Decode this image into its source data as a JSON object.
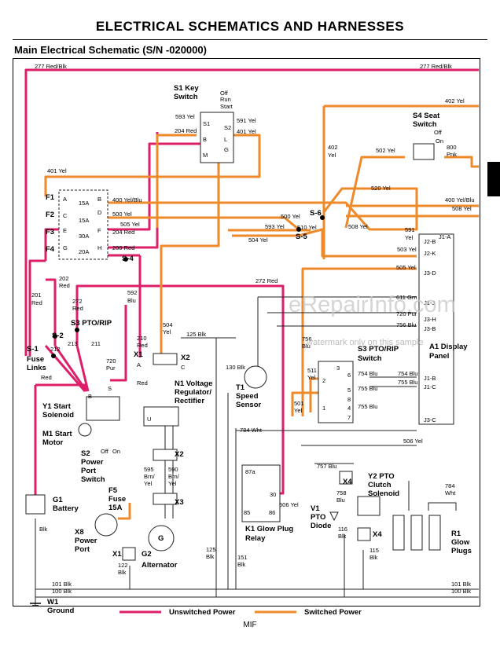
{
  "header": {
    "title": "ELECTRICAL   SCHEMATICS AND HARNESSES",
    "subtitle": "Main Electrical Schematic (S/N -020000)"
  },
  "footer": "MIF",
  "watermark": "eRepairInfo.com",
  "watermark_note": "watermark only on this sample",
  "legend": {
    "unswitched": "Unswitched Power",
    "switched": "Switched Power"
  },
  "colors": {
    "unswitched": "#dd1f6a",
    "switched": "#ee8a2a",
    "line": "#222222"
  },
  "wires": {
    "w277_top": "277 Red/Blk",
    "w277_right": "277 Red/Blk",
    "w402_top": "402 Yel",
    "w402_mid": "402",
    "w402_mid_b": "Yel",
    "w593a": "593 Yel",
    "w591": "591 Yel",
    "w204a": "204 Red",
    "w401a": "401 Yel",
    "w502": "502 Yel",
    "w800": "800",
    "w800_b": "Pnk",
    "w401_left": "401 Yel",
    "w520": "520 Yel",
    "w400": "400 Yel/Blu",
    "w400_right": "400 Yel/Blu",
    "w500": "500 Yel",
    "w500_b": "500 Yel",
    "w508_right": "508 Yel",
    "w505": "505 Yel",
    "w204_red": "204 Red",
    "w593b": "593 Yel",
    "w510": "510 Yel",
    "w508": "508 Yel",
    "w591_right": "591",
    "w591_right_b": "Yel",
    "w200": "200 Red",
    "w504": "504 Yel",
    "w503": "503 Yel",
    "w505_right": "505 Yel",
    "w272_red": "272 Red",
    "w202": "202",
    "w202_b": "Red",
    "w201": "201",
    "w201_b": "Red",
    "w272": "272",
    "w272_b": "Red",
    "w592": "592",
    "w592_b": "Blu",
    "w611": "611 Grn",
    "w720_purple": "720 Pur",
    "w756": "756 Blu",
    "w213": "213",
    "w212": "212",
    "w211": "211",
    "w210": "210",
    "w210_b": "Red",
    "w504_b": "504",
    "w504_c": "Yel",
    "w125": "125 Blk",
    "w756_b": "756",
    "w756_c": "Blu",
    "w720": "720",
    "w720_b": "Pur",
    "w_red": "Red",
    "w_red2": "Red",
    "w511": "511",
    "w511_b": "Yel",
    "w754": "754 Blu",
    "w755": "755 Blu",
    "w130": "130 Blk",
    "w757": "757 Blu",
    "w755_b": "755 Blu",
    "w501": "501",
    "w501_b": "Yel",
    "w784": "784 Wht",
    "w506": "506 Yel",
    "w757_b": "757 Blu",
    "w595": "595",
    "w595_b": "Brn/",
    "w595_c": "Yel",
    "w590": "590",
    "w590_b": "Brn/",
    "w590_c": "Yel",
    "w758": "758",
    "w758_b": "Blu",
    "w784_b": "784",
    "w784_c": "Wht",
    "w506_b": "506 Yel",
    "w30": "30",
    "w87a": "87a",
    "w85": "85",
    "w86": "86",
    "w116": "116",
    "w116_b": "Blk",
    "w115": "115",
    "w115_b": "Blk",
    "w_blk": "Blk",
    "w125_b": "125",
    "w125_c": "Blk",
    "w151": "151",
    "w151_b": "Blk",
    "w122": "122",
    "w122_b": "Blk",
    "w101": "101 Blk",
    "w100": "100 Blk",
    "w101_b": "101 Blk",
    "w100_b": "100 Blk"
  },
  "components": {
    "s1": "S1 Key",
    "s1_b": "Switch",
    "s4": "S4 Seat",
    "s4_b": "Switch",
    "off": "Off",
    "run": "Run",
    "start": "Start",
    "on": "On",
    "off2": "Off",
    "f1": "F1",
    "f2": "F2",
    "f3": "F3",
    "f4": "F4",
    "fa": "A",
    "fb": "B",
    "fc": "C",
    "fd": "D",
    "fe": "E",
    "ff": "F",
    "fg": "G",
    "fh": "H",
    "a15a": "15A",
    "a15a_b": "15A",
    "a30a": "30A",
    "a20a": "20A",
    "s6": "S-6",
    "s5": "S-5",
    "s4s": "S-4",
    "s3": "S3 PTO/RIP",
    "s2s": "S-2",
    "s1s": "S-1",
    "fuse": "Fuse",
    "fuse_b": "Links",
    "j2b": "J2-B",
    "j2k": "J2-K",
    "j3d": "J3-D",
    "j1a": "J1-A",
    "j1j": "J1-J",
    "j3h": "J3-H",
    "j3b": "J3-B",
    "j1b": "J1-B",
    "j1c": "J1-C",
    "j3c": "J3-C",
    "a1": "A1 Display",
    "a1_b": "Panel",
    "s3_b": "Switch",
    "x1": "X1",
    "x2": "X2",
    "x3": "X3",
    "x4": "X4",
    "x4b": "X4",
    "x1b": "X1",
    "x2l": "X2",
    "x1l": "X1",
    "xa": "A",
    "xc": "C",
    "n1": "N1 Voltage",
    "n1_b": "Regulator/",
    "n1_c": "Rectifier",
    "t1": "T1",
    "t1_b": "Speed",
    "t1_c": "Sensor",
    "y1": "Y1 Start",
    "y1_b": "Solenoid",
    "m1": "M1 Start",
    "m1_b": "Motor",
    "s2": "S2",
    "s2_b": "Power",
    "s2_c": "Port",
    "s2_d": "Switch",
    "off3": "Off",
    "on3": "On",
    "f5": "F5",
    "f5_b": "Fuse",
    "f5_c": "15A",
    "g1": "G1",
    "g1_b": "Battery",
    "x8": "X8",
    "x8_b": "Power",
    "x8_c": "Port",
    "g2": "G2",
    "g2_b": "Alternator",
    "k1": "K1 Glow Plug",
    "k1_b": "Relay",
    "v1": "V1",
    "v1_b": "PTO",
    "v1_c": "Diode",
    "y2": "Y2 PTO",
    "y2_b": "Clutch",
    "y2_c": "Solenoid",
    "r1": "R1",
    "r1_b": "Glow",
    "r1_c": "Plugs",
    "w1": "W1",
    "w1_b": "Ground",
    "pin_s1": "S1",
    "pin_s2": "S2",
    "pin_b": "B",
    "pin_l": "L",
    "pin_m": "M",
    "pin_g": "G",
    "pin_bb": "B",
    "pin_ss": "S",
    "pin_u": "U",
    "pin_gg": "G",
    "p1": "1",
    "p2": "2",
    "p3": "3",
    "p4": "4",
    "p5": "5",
    "p6": "6",
    "p7": "7",
    "p8": "8"
  }
}
